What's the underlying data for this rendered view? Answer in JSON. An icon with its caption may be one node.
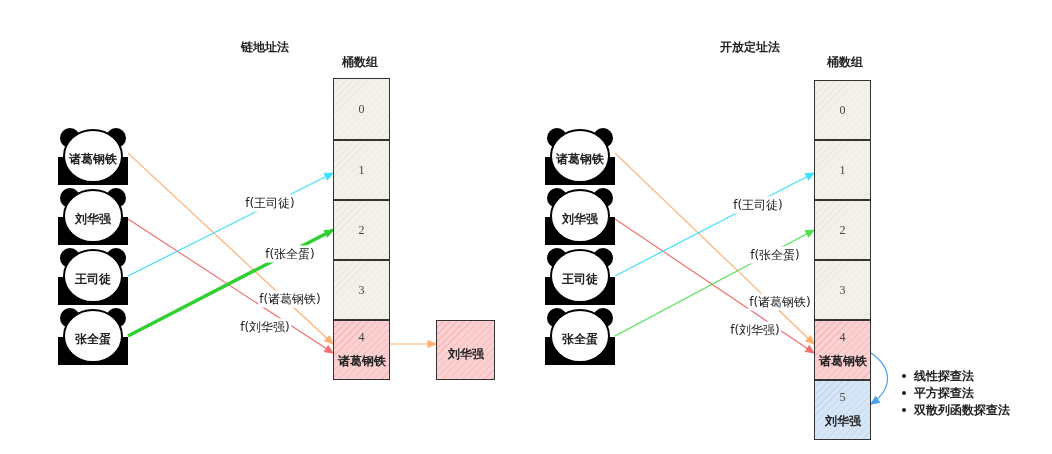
{
  "diagram": {
    "nodes": [
      {
        "text": [
          "诸葛钢铁"
        ]
      },
      {
        "text": [
          "刘华强"
        ]
      },
      {
        "text": [
          "王司徒"
        ]
      },
      {
        "text": [
          "张全蛋"
        ]
      },
      {
        "text": [
          "0"
        ]
      },
      {
        "text": [
          "1"
        ]
      },
      {
        "text": [
          "2"
        ]
      },
      {
        "text": [
          "3"
        ]
      },
      {
        "text": [
          "4",
          "诸葛钢铁"
        ]
      },
      {
        "text": [
          "刘华强"
        ]
      },
      {
        "text": [
          "诸葛钢铁"
        ]
      },
      {
        "text": [
          "刘华强"
        ]
      },
      {
        "text": [
          "王司徒"
        ]
      },
      {
        "text": [
          "张全蛋"
        ]
      },
      {
        "text": [
          "0"
        ]
      },
      {
        "text": [
          "1"
        ]
      },
      {
        "text": [
          "2"
        ]
      },
      {
        "text": [
          "3"
        ]
      },
      {
        "text": [
          "4",
          "诸葛钢铁"
        ]
      },
      {
        "text": [
          "5",
          "刘华强"
        ]
      }
    ],
    "edges": [
      {
        "from": 0,
        "to": 8,
        "arrow": "to",
        "label": "f(诸葛钢铁)",
        "color": "#ffb070"
      },
      {
        "from": 1,
        "to": 8,
        "arrow": "to",
        "label": "f(刘华强)",
        "color": "#f07070"
      },
      {
        "from": 2,
        "to": 5,
        "arrow": "to",
        "label": "f(王司徒)",
        "color": "#40e0ff"
      },
      {
        "from": 3,
        "to": 6,
        "arrow": "to",
        "label": "f(张全蛋)",
        "color": "#30d030",
        "style": "thick"
      },
      {
        "from": 8,
        "to": 9,
        "arrow": "to",
        "color": "#ffb070"
      },
      {
        "from": 10,
        "to": 18,
        "arrow": "to",
        "label": "f(诸葛钢铁)",
        "color": "#ffb070"
      },
      {
        "from": 11,
        "to": 18,
        "arrow": "to",
        "label": "f(刘华强)",
        "color": "#f07070"
      },
      {
        "from": 12,
        "to": 15,
        "arrow": "to",
        "label": "f(王司徒)",
        "color": "#40e0ff"
      },
      {
        "from": 13,
        "to": 16,
        "arrow": "to",
        "label": "f(张全蛋)",
        "color": "#50e050"
      },
      {
        "from": 18,
        "to": 19,
        "arrow": "to",
        "color": "#4a9ff0"
      }
    ],
    "labels": [
      "链地址法",
      "桶数组",
      "开放定址法",
      "桶数组",
      "线性探查法",
      "平方探查法",
      "双散列函数探查法"
    ]
  }
}
